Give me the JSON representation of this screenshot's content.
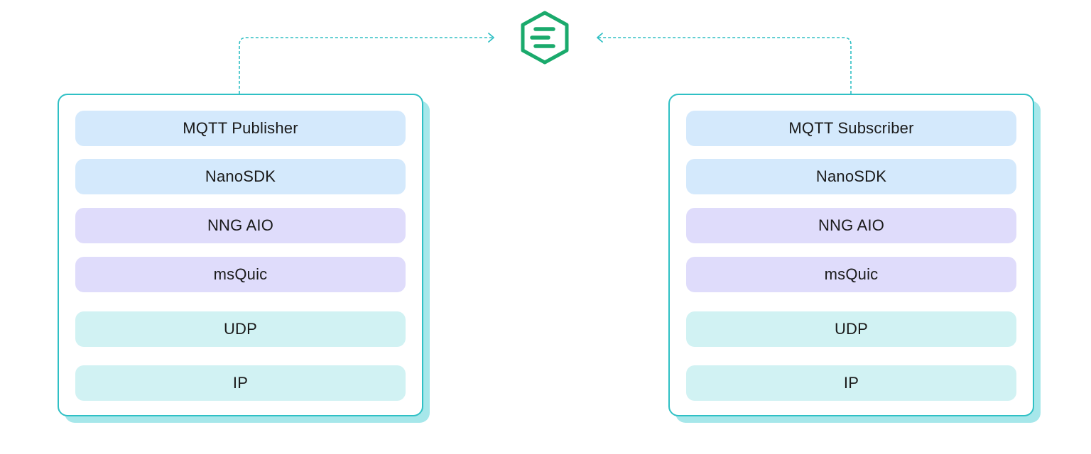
{
  "diagram": {
    "broker": {
      "icon": "emqx-hexagon-icon",
      "color": "#1aaa6c"
    },
    "connector_color": "#2fbfc4",
    "stacks": [
      {
        "side": "left",
        "title": "MQTT Publisher",
        "layers": [
          {
            "label": "MQTT Publisher",
            "color": "#d4e9fc"
          },
          {
            "label": "NanoSDK",
            "color": "#d4e9fc"
          },
          {
            "label": "NNG AIO",
            "color": "#dfdcfb"
          },
          {
            "label": "msQuic",
            "color": "#dfdcfb"
          },
          {
            "label": "UDP",
            "color": "#d1f2f3"
          },
          {
            "label": "IP",
            "color": "#d1f2f3"
          }
        ]
      },
      {
        "side": "right",
        "title": "MQTT Subscriber",
        "layers": [
          {
            "label": "MQTT Subscriber",
            "color": "#d4e9fc"
          },
          {
            "label": "NanoSDK",
            "color": "#d4e9fc"
          },
          {
            "label": "NNG AIO",
            "color": "#dfdcfb"
          },
          {
            "label": "msQuic",
            "color": "#dfdcfb"
          },
          {
            "label": "UDP",
            "color": "#d1f2f3"
          },
          {
            "label": "IP",
            "color": "#d1f2f3"
          }
        ]
      }
    ],
    "card_border_color": "#2fc0c5",
    "card_shadow_color": "#a6e7ea"
  }
}
